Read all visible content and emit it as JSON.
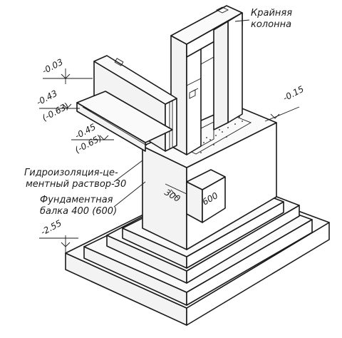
{
  "labels": {
    "outer_column_line1": "Крайняя",
    "outer_column_line2": "колонна",
    "waterproofing_line1": "Гидроизоляция-це-",
    "waterproofing_line2": "ментный раствор-30",
    "foundation_beam_line1": "Фундаментная",
    "foundation_beam_line2": "балка 400 (600)"
  },
  "elevations": {
    "beam_top": "-0.03",
    "waterproofing": "-0.43",
    "waterproofing_alt": "(-0.63)",
    "beam_bottom": "-0.45",
    "beam_bottom_alt": "(-0.65)",
    "foundation_top": "-0.15",
    "foundation_base": "-2.55"
  },
  "dimensions": {
    "pedestal_depth": "300",
    "pedestal_width": "600"
  }
}
